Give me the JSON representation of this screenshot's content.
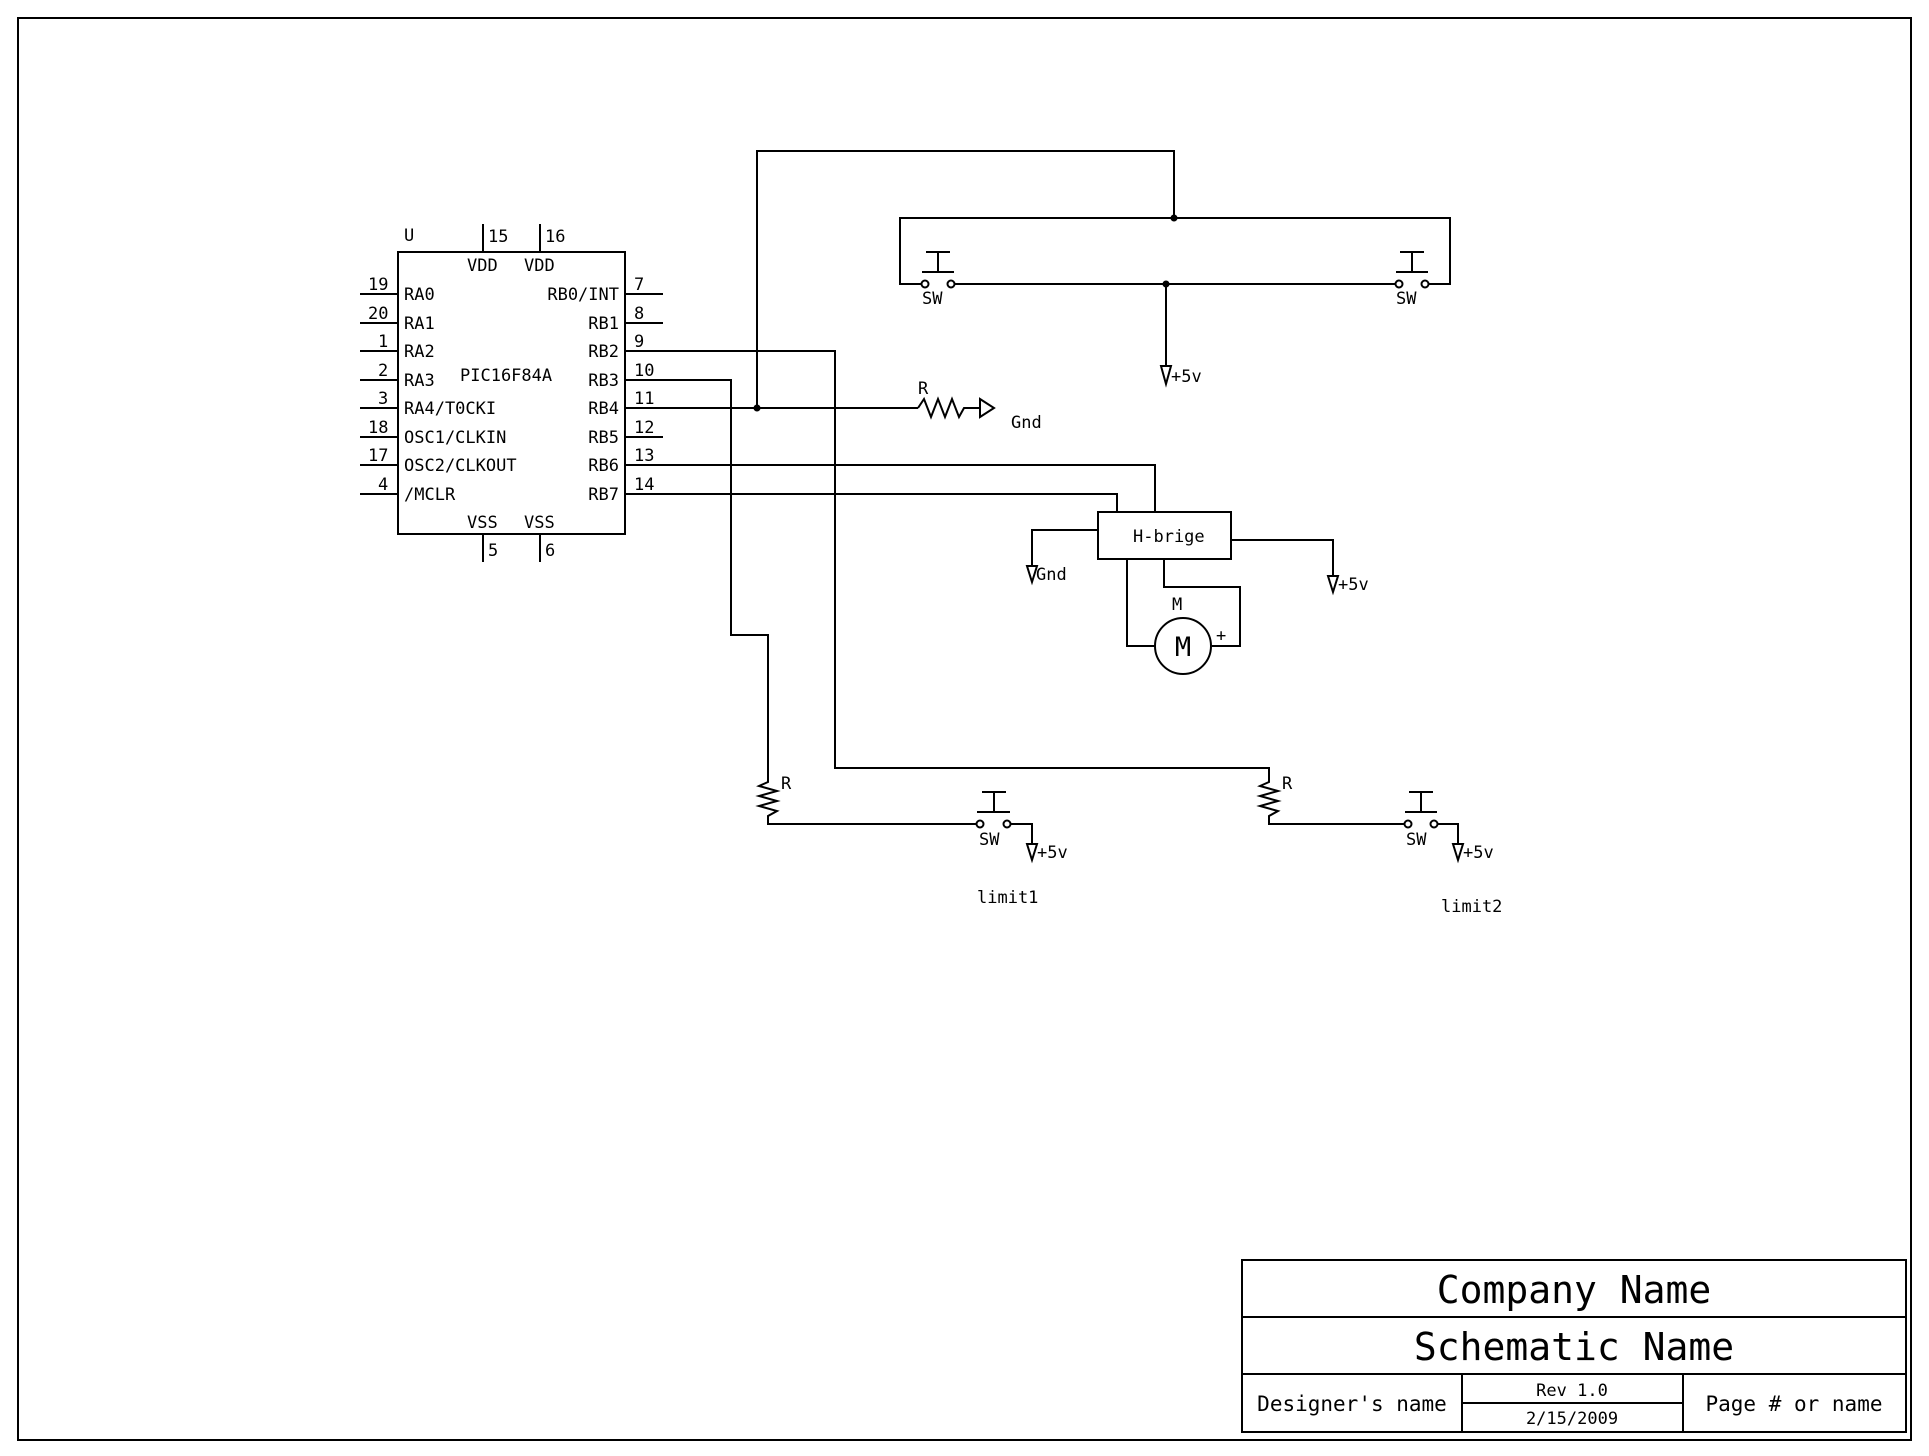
{
  "chip": {
    "designator": "U",
    "part": "PIC16F84A",
    "top_pins": [
      {
        "num": "15",
        "name": "VDD"
      },
      {
        "num": "16",
        "name": "VDD"
      }
    ],
    "bottom_pins": [
      {
        "num": "5",
        "name": "VSS"
      },
      {
        "num": "6",
        "name": "VSS"
      }
    ],
    "left_pins": [
      {
        "num": "19",
        "name": "RA0"
      },
      {
        "num": "20",
        "name": "RA1"
      },
      {
        "num": "1",
        "name": "RA2"
      },
      {
        "num": "2",
        "name": "RA3"
      },
      {
        "num": "3",
        "name": "RA4/T0CKI"
      },
      {
        "num": "18",
        "name": "OSC1/CLKIN"
      },
      {
        "num": "17",
        "name": "OSC2/CLKOUT"
      },
      {
        "num": "4",
        "name": "/MCLR"
      }
    ],
    "right_pins": [
      {
        "num": "7",
        "name": "RB0/INT"
      },
      {
        "num": "8",
        "name": "RB1"
      },
      {
        "num": "9",
        "name": "RB2"
      },
      {
        "num": "10",
        "name": "RB3"
      },
      {
        "num": "11",
        "name": "RB4"
      },
      {
        "num": "12",
        "name": "RB5"
      },
      {
        "num": "13",
        "name": "RB6"
      },
      {
        "num": "14",
        "name": "RB7"
      }
    ]
  },
  "components": {
    "resistor_pulldown": "R",
    "resistor_limit1": "R",
    "resistor_limit2": "R",
    "switch_top_left": "SW",
    "switch_top_right": "SW",
    "switch_limit1": "SW",
    "switch_limit2": "SW",
    "hbridge": "H-brige",
    "motor_designator": "M",
    "motor_symbol": "M",
    "motor_plus": "+"
  },
  "nets": {
    "gnd_pulldown": "Gnd",
    "gnd_hbridge": "Gnd",
    "vcc_top": "+5v",
    "vcc_hbridge": "+5v",
    "vcc_limit1": "+5v",
    "vcc_limit2": "+5v"
  },
  "labels": {
    "limit1": "limit1",
    "limit2": "limit2"
  },
  "title_block": {
    "company": "Company Name",
    "schematic": "Schematic Name",
    "designer": "Designer's name",
    "rev": "Rev 1.0",
    "date": "2/15/2009",
    "page": "Page # or name"
  }
}
